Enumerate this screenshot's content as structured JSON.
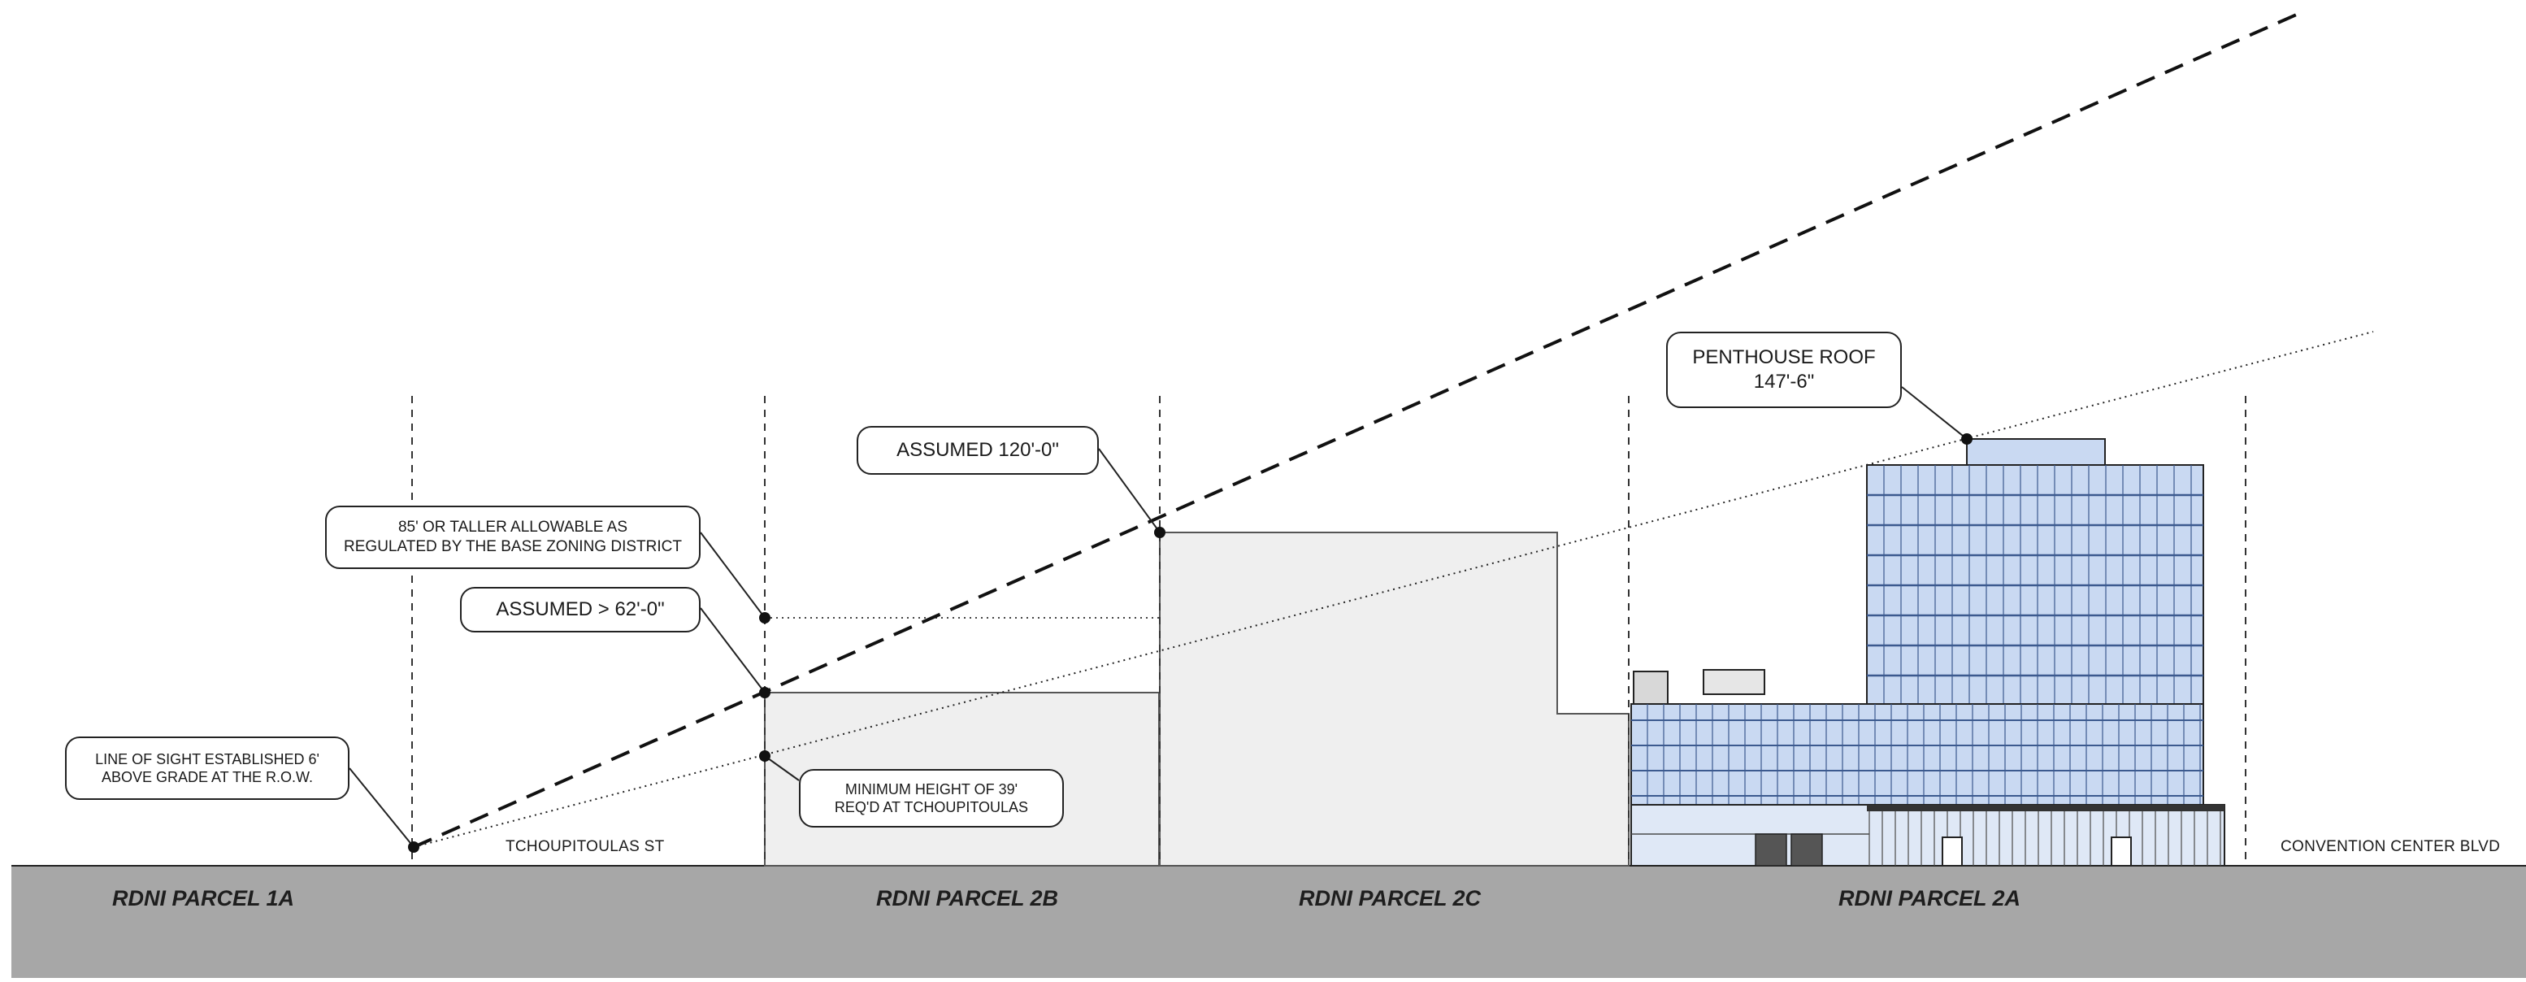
{
  "callouts": {
    "line_of_sight": "LINE OF SIGHT ESTABLISHED  6'\nABOVE GRADE AT THE R.O.W.",
    "allowable": "85' OR TALLER ALLOWABLE AS\nREGULATED BY THE BASE ZONING DISTRICT",
    "assumed_62": "ASSUMED > 62'-0\"",
    "minimum_height": "MINIMUM HEIGHT OF 39'\nREQ'D AT TCHOUPITOULAS",
    "assumed_120": "ASSUMED 120'-0\"",
    "penthouse": "PENTHOUSE ROOF\n147'-6\""
  },
  "streets": {
    "tchoupitoulas": "TCHOUPITOULAS ST",
    "convention_center": "CONVENTION CENTER BLVD"
  },
  "parcels": {
    "p1a": "RDNI PARCEL 1A",
    "p2b": "RDNI PARCEL 2B",
    "p2c": "RDNI PARCEL 2C",
    "p2a": "RDNI PARCEL 2A"
  },
  "colors": {
    "ground": "#a7a7a7",
    "massing_fill": "#efefef",
    "glass": "#c9d9f2",
    "glass_dark": "#6f8fc7",
    "line": "#222222"
  }
}
